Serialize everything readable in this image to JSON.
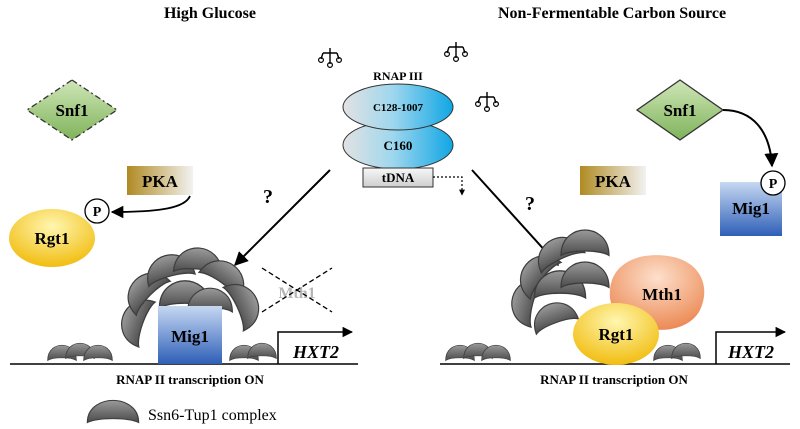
{
  "panels": {
    "left_title": "High Glucose",
    "right_title": "Non-Fermentable Carbon Source"
  },
  "rnap3": {
    "label": "RNAP III",
    "subunit_top": "C128-1007",
    "subunit_bottom": "C160",
    "tdna": "tDNA"
  },
  "left": {
    "snf1": "Snf1",
    "pka": "PKA",
    "phospho": "P",
    "rgt1": "Rgt1",
    "mig1": "Mig1",
    "mth1_crossed": "Mth1",
    "gene": "HXT2",
    "question": "?",
    "status": "RNAP II transcription ON"
  },
  "right": {
    "snf1": "Snf1",
    "pka": "PKA",
    "phospho": "P",
    "mig1": "Mig1",
    "mth1": "Mth1",
    "rgt1": "Rgt1",
    "gene": "HXT2",
    "question": "?",
    "status": "RNAP II transcription ON"
  },
  "legend": {
    "label": "Ssn6-Tup1 complex",
    "icon": "ssn6-tup1-shape"
  },
  "colors": {
    "snf1_green": "#a9cf8c",
    "pka_gold": "#b8942a",
    "rgt1_yellow": "#f2c418",
    "mig1_blue": "#3f6fc4",
    "mth1_orange": "#ef9a6a",
    "rnap_blue": "#1eaee6",
    "complex_gray": "#6e6e6e"
  }
}
